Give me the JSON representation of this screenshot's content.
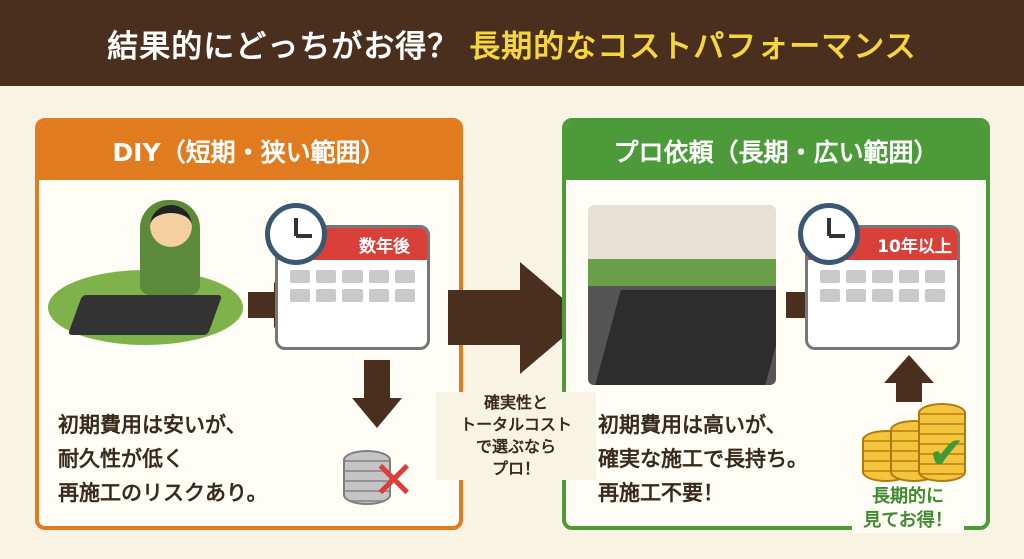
{
  "header": {
    "title_white": "結果的にどっちがお得？",
    "title_yellow": "長期的なコストパフォーマンス"
  },
  "diy": {
    "title": "DIY（短期・狭い範囲）",
    "calendar_label": "数年後",
    "lines": [
      "初期費用は安いが、",
      "耐久性が低く",
      "再施工のリスクあり。"
    ]
  },
  "center": {
    "lines": [
      "確実性と",
      "トータルコスト",
      "で選ぶなら",
      "プロ！"
    ]
  },
  "pro": {
    "title": "プロ依頼（長期・広い範囲）",
    "calendar_label": "10年以上",
    "lines": [
      "初期費用は高いが、",
      "確実な施工で長持ち。",
      "再施工不要！"
    ],
    "badge": [
      "長期的に",
      "見てお得！"
    ]
  },
  "colors": {
    "header": "#4a2f1e",
    "accent_yellow": "#f5d63d",
    "diy": "#e07b1f",
    "pro": "#4c9a3a",
    "arrow": "#4a2f1e"
  }
}
